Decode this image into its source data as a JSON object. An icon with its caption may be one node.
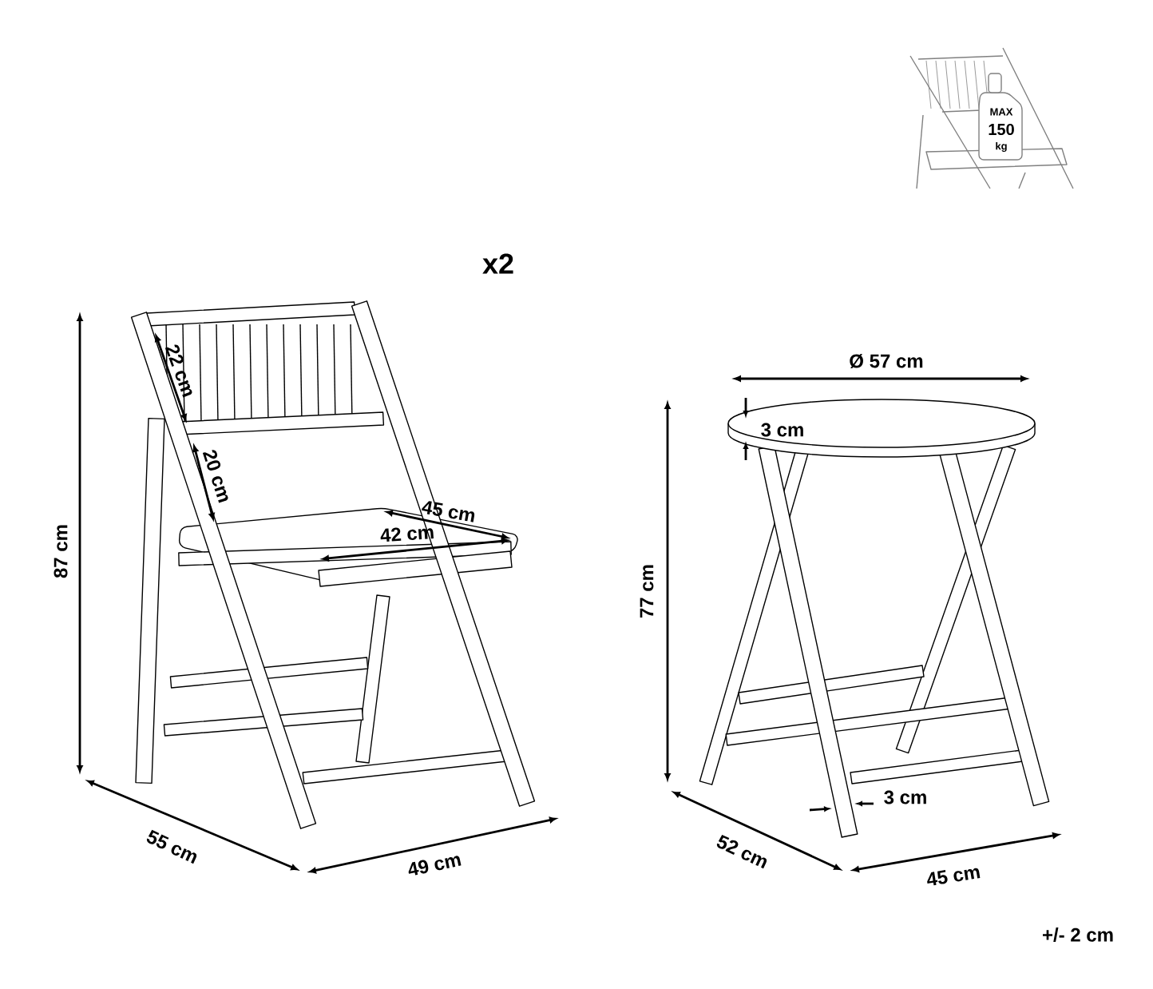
{
  "diagram": {
    "labels": [
      "MAX",
      "150",
      "kg",
      "x2",
      "22 cm",
      "20 cm",
      "45 cm",
      "42 cm",
      "87 cm",
      "55 cm",
      "49 cm",
      "Ø 57 cm",
      "3 cm",
      "77 cm",
      "3 cm",
      "52 cm",
      "45 cm",
      "+/- 2 cm"
    ]
  }
}
